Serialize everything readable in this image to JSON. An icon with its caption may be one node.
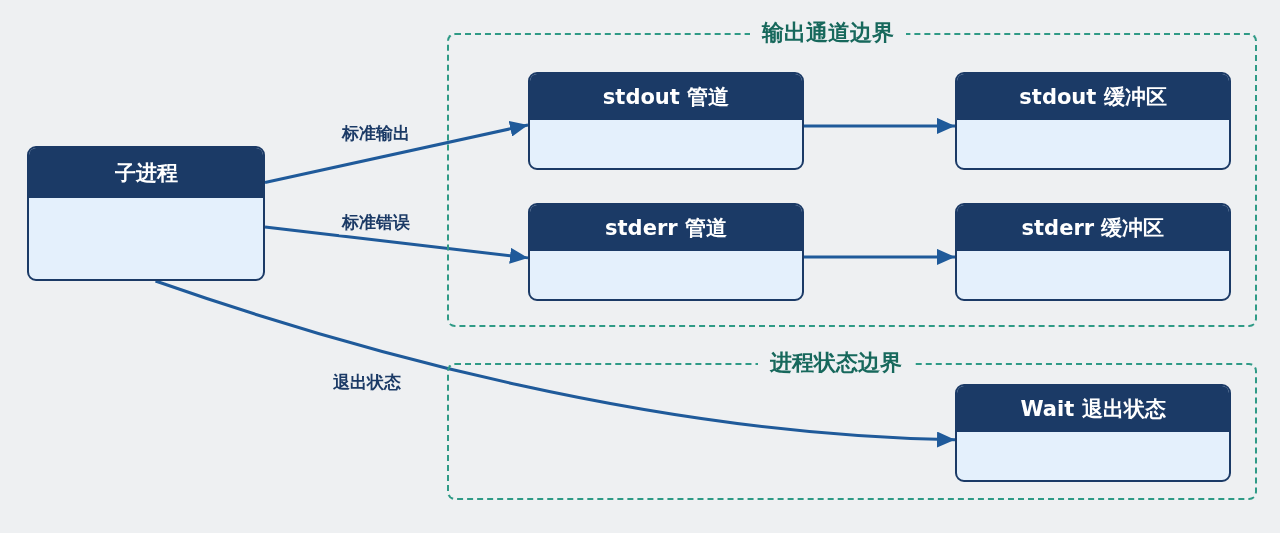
{
  "diagram": {
    "nodes": [
      {
        "text": [
          "子进程"
        ]
      },
      {
        "text": [
          "输出通道边界"
        ]
      },
      {
        "text": [
          "stdout 管道"
        ],
        "in": 1
      },
      {
        "text": [
          "stdout 缓冲区"
        ],
        "in": 1
      },
      {
        "text": [
          "stderr 管道"
        ],
        "in": 1
      },
      {
        "text": [
          "stderr 缓冲区"
        ],
        "in": 1
      },
      {
        "text": [
          "进程状态边界"
        ]
      },
      {
        "text": [
          "Wait 退出状态"
        ],
        "in": 6
      }
    ],
    "edges": [
      {
        "from": 0,
        "to": 2,
        "arrow": "to",
        "label": "标准输出"
      },
      {
        "from": 0,
        "to": 4,
        "arrow": "to",
        "label": "标准错误"
      },
      {
        "from": 0,
        "to": 7,
        "arrow": "to",
        "label": "退出状态"
      },
      {
        "from": 2,
        "to": 3,
        "arrow": "to"
      },
      {
        "from": 4,
        "to": 5,
        "arrow": "to"
      }
    ]
  }
}
